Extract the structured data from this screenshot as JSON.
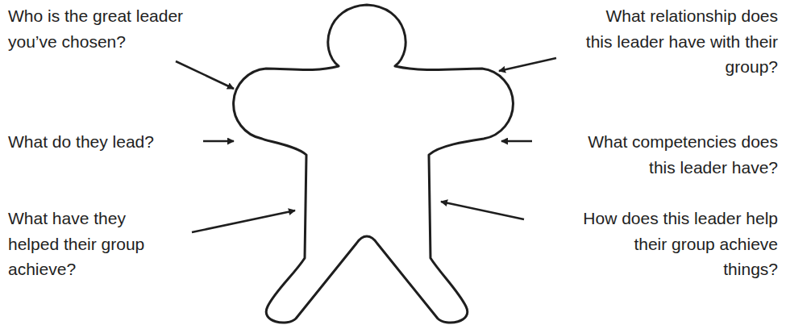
{
  "diagram": {
    "labels": [
      "Who is the great leader you’ve chosen?",
      "What relationship does this leader have with their group?",
      "What do they lead?",
      "What competencies does this leader have?",
      "What have they helped their group achieve?",
      "How does this leader help their group achieve things?"
    ]
  }
}
